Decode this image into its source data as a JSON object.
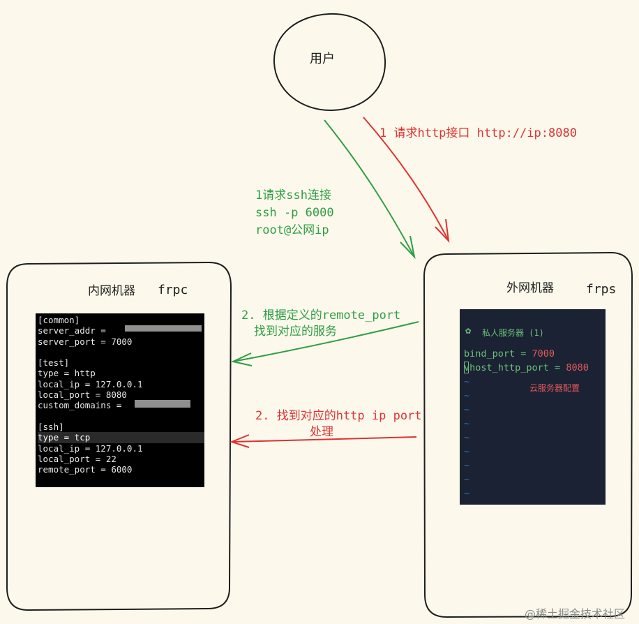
{
  "user_node": {
    "label": "用户"
  },
  "internal_machine": {
    "title": "内网机器",
    "tag": "frpc",
    "config_lines": [
      "[common]",
      "server_addr = ",
      "server_port = 7000",
      "",
      "[test]",
      "type = http",
      "local_ip = 127.0.0.1",
      "local_port = 8080",
      "custom_domains = ",
      "",
      "[ssh]",
      "type = tcp",
      "local_ip = 127.0.0.1",
      "local_port = 22",
      "remote_port = 6000"
    ]
  },
  "external_machine": {
    "title": "外网机器",
    "tag": "frps",
    "panel_header": "私人服务器 (1)",
    "bind_port_key": "bind_port = ",
    "bind_port_value": "7000",
    "vhost_key": "vhost_http_port = ",
    "vhost_value": "8080",
    "note": "云服务器配置",
    "tilde": "~"
  },
  "labels": {
    "green_request": [
      "1请求ssh连接",
      "ssh -p 6000",
      "root@公网ip"
    ],
    "red_request": "1 请求http接口 http://ip:8080",
    "green_forward": [
      "2. 根据定义的remote_port",
      "找到对应的服务"
    ],
    "red_forward": [
      "2. 找到对应的http ip port",
      "处理"
    ]
  },
  "watermark": "@稀土掘金技术社区",
  "colors": {
    "green": "#2f9e44",
    "red": "#e03131",
    "stroke": "#1e1e1e",
    "background": "#fcf9ec"
  }
}
